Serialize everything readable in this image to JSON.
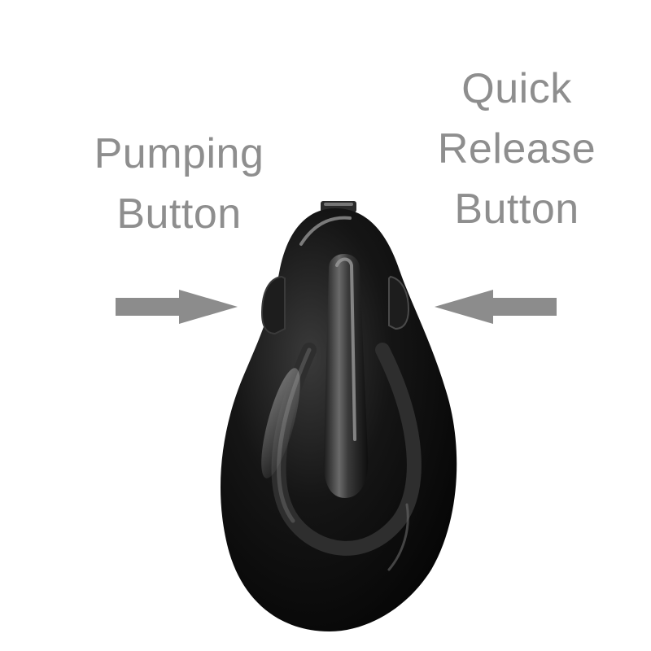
{
  "labels": {
    "left": {
      "line1": "Pumping",
      "line2": "Button"
    },
    "right": {
      "line1": "Quick",
      "line2": "Release",
      "line3": "Button"
    }
  },
  "colors": {
    "label_text": "#8e8e8e",
    "arrow": "#8c8c8c",
    "body": "#0c0c0c"
  },
  "icons": {
    "left_arrow": "arrow-right-icon",
    "right_arrow": "arrow-left-icon"
  }
}
